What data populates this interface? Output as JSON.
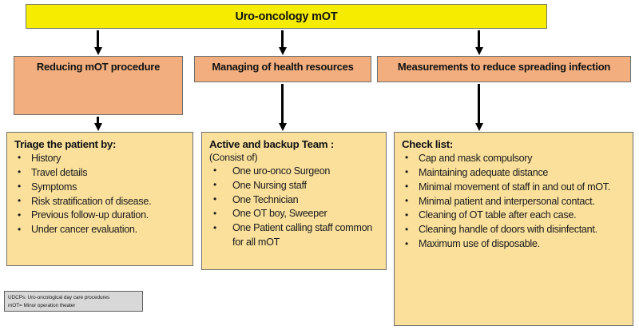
{
  "diagram": {
    "title": "Uro-oncology mOT",
    "branches": [
      {
        "heading": "Reducing mOT procedure",
        "detail_title": "Triage the patient by:",
        "detail_subtitle": "",
        "items": [
          "History",
          "Travel details",
          "Symptoms",
          "Risk stratification of disease.",
          "Previous follow-up duration.",
          "Under cancer evaluation."
        ]
      },
      {
        "heading": "Managing of health resources",
        "detail_title": "Active and backup Team :",
        "detail_subtitle": "(Consist of)",
        "items": [
          "One uro-onco Surgeon",
          "One Nursing staff",
          "One Technician",
          "One OT boy,  Sweeper",
          "One Patient calling staff common for all mOT"
        ]
      },
      {
        "heading": "Measurements to reduce spreading infection",
        "detail_title": "Check list:",
        "detail_subtitle": "",
        "items": [
          "Cap and mask compulsory",
          "Maintaining adequate distance",
          "Minimal movement of staff in and out of mOT.",
          "Minimal patient and interpersonal contact.",
          "Cleaning of OT table after each case.",
          "Cleaning handle of doors with disinfectant.",
          "Maximum use of disposable."
        ]
      }
    ],
    "legend": {
      "line1": "UDCPs: Uro-oncological day care procedures",
      "line2": "mOT= Minor operation theater"
    },
    "colors": {
      "title_fill": "#f5ec00",
      "branch_fill": "#f2ae7e",
      "detail_fill": "#fae09b",
      "legend_fill": "#d8d8d8",
      "border": "#6f6f6f",
      "arrow": "#000000"
    }
  }
}
